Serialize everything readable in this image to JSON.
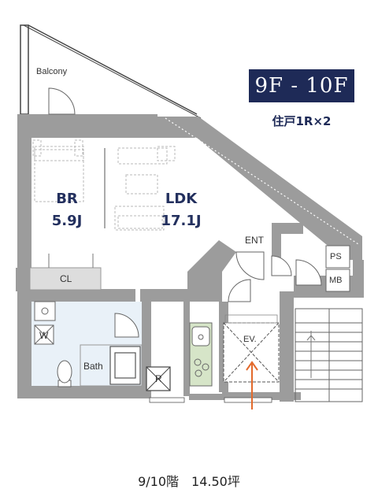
{
  "badge": {
    "floors": "9F - 10F",
    "unit_type": "住戸1R×2"
  },
  "rooms": {
    "balcony": "Balcony",
    "br_name": "BR",
    "br_size": "5.9J",
    "ldk_name": "LDK",
    "ldk_size": "17.1J",
    "ent": "ENT",
    "ps": "PS",
    "mb": "MB",
    "cl": "CL",
    "bath": "Bath",
    "w": "W",
    "r": "R",
    "ev": "EV."
  },
  "footer": "9/10階　14.50坪",
  "colors": {
    "accent": "#1e2a57",
    "wall": "#9c9c9c",
    "wet_area": "#e9f1f8",
    "arrow": "#e36a2c"
  }
}
